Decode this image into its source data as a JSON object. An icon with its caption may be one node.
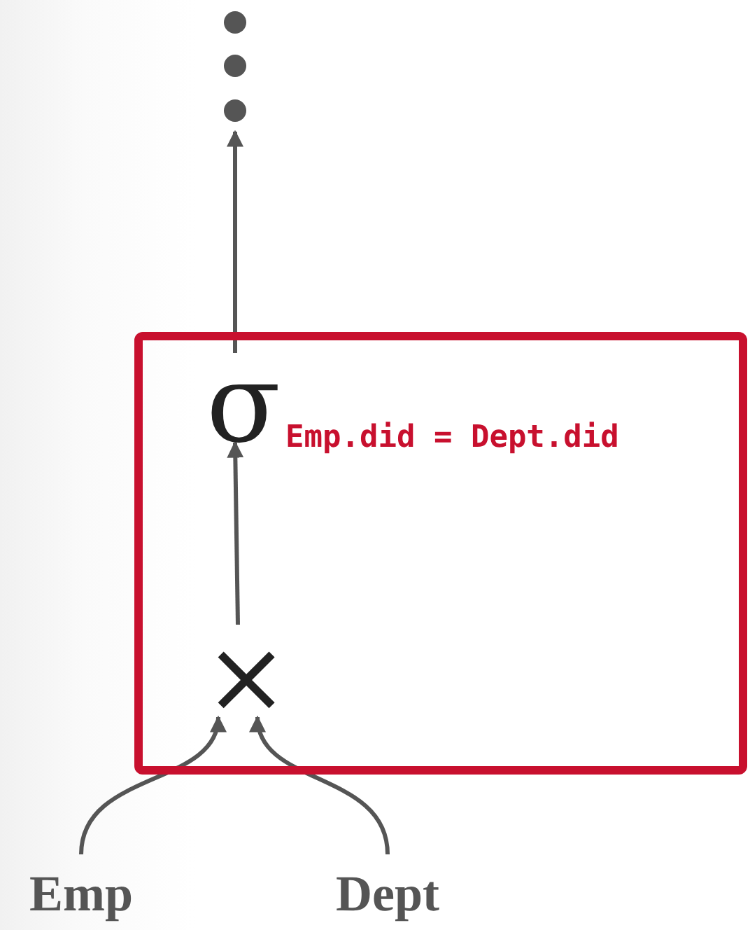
{
  "diagram": {
    "nodes": [
      {
        "text": [],
        "shape": "box"
      },
      {
        "text": [
          "σ"
        ],
        "beside": [
          "Emp.did = Dept.did"
        ],
        "in": 0
      },
      {
        "text": [
          "×"
        ],
        "in": 0
      },
      {
        "text": [
          "Emp"
        ]
      },
      {
        "text": [
          "Dept"
        ]
      },
      {
        "text": [],
        "shape": "dots"
      }
    ],
    "edges": [
      {
        "from": 1,
        "to": 5,
        "arrow": "to"
      },
      {
        "from": 2,
        "to": 1,
        "arrow": "to"
      },
      {
        "from": 3,
        "to": 2,
        "arrow": "to"
      },
      {
        "from": 4,
        "to": 2,
        "arrow": "to"
      }
    ]
  }
}
